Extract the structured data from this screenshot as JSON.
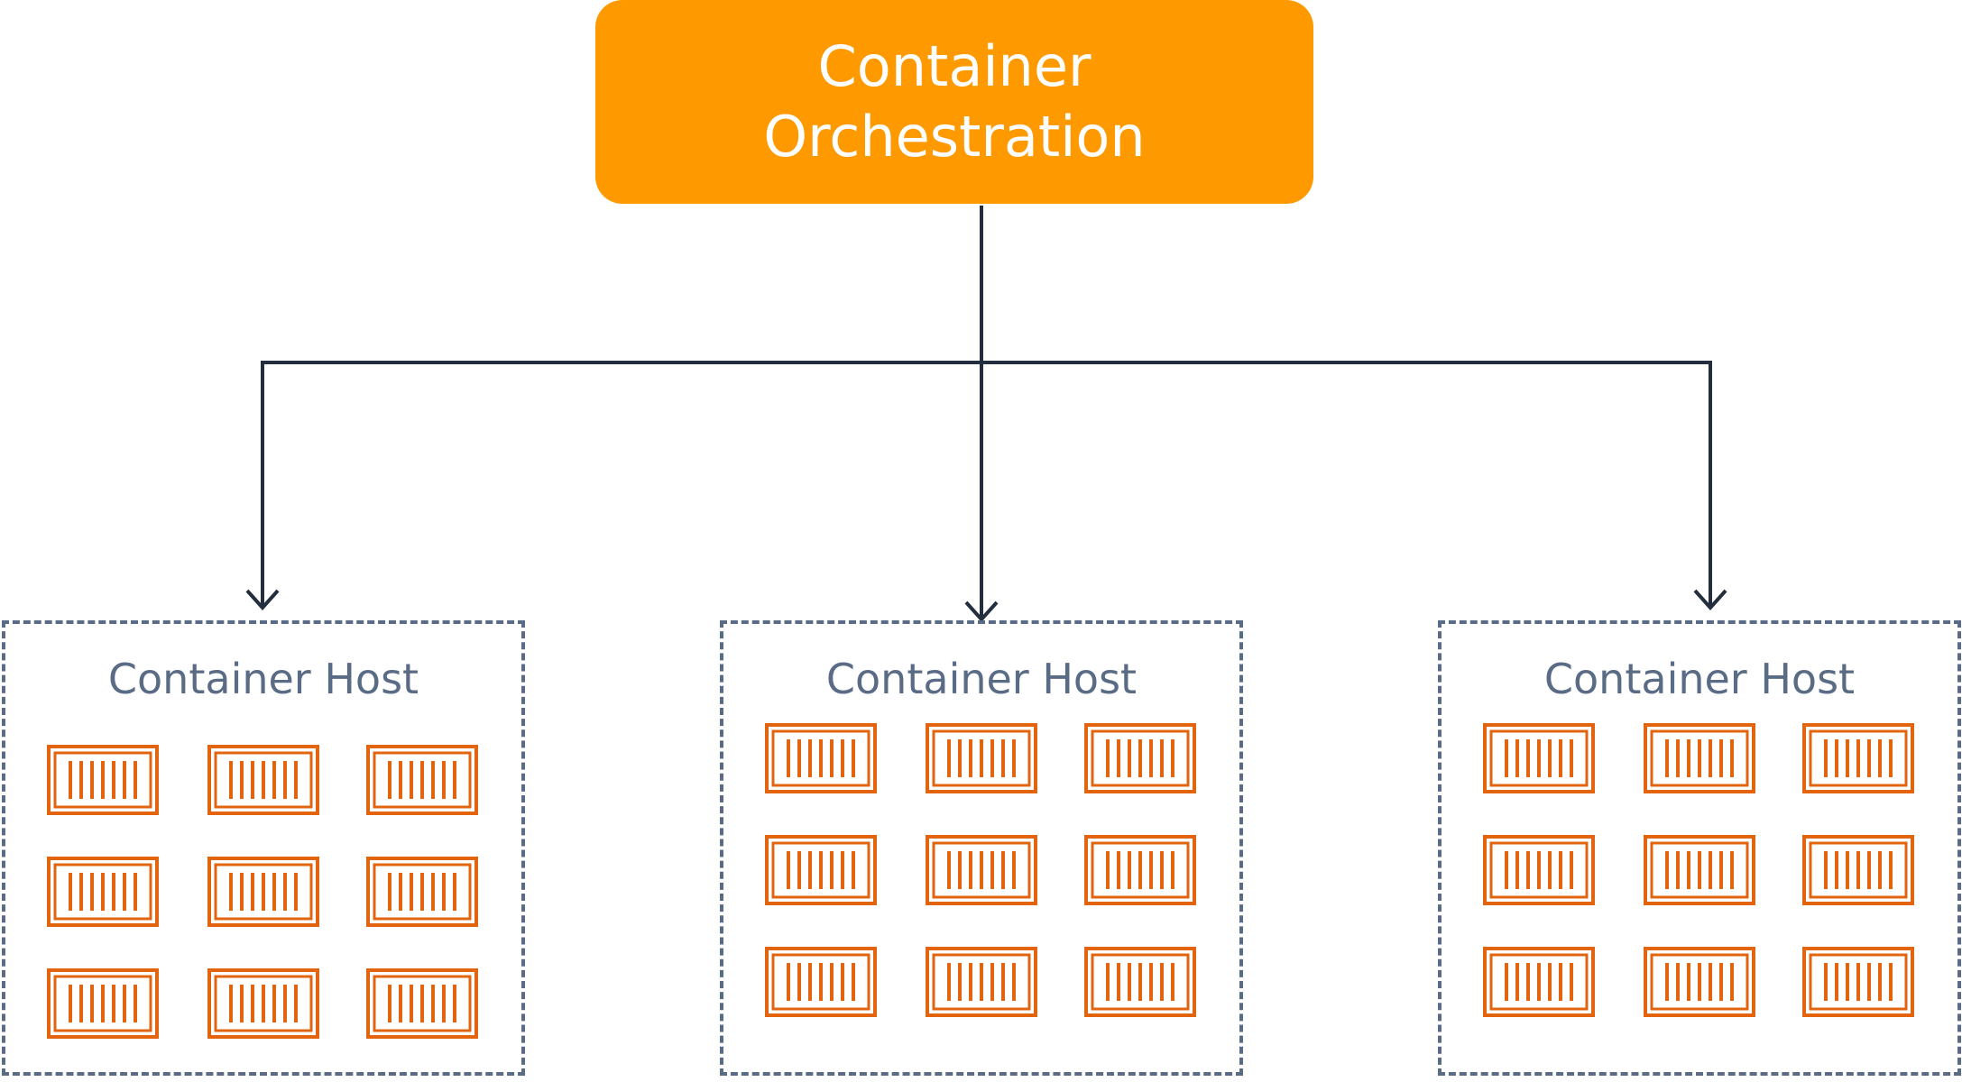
{
  "orchestrator": {
    "line1": "Container",
    "line2": "Orchestration",
    "color": "#ff9900"
  },
  "hosts": [
    {
      "label": "Container Host",
      "containers": 9,
      "icon": "shipping-container-icon"
    },
    {
      "label": "Container Host",
      "containers": 9,
      "icon": "shipping-container-icon"
    },
    {
      "label": "Container Host",
      "containers": 9,
      "icon": "shipping-container-icon"
    }
  ],
  "colors": {
    "orchestrator_fill": "#ff9900",
    "connector": "#232f3e",
    "host_border": "#5a6b86",
    "container_icon": "#e2640f"
  }
}
